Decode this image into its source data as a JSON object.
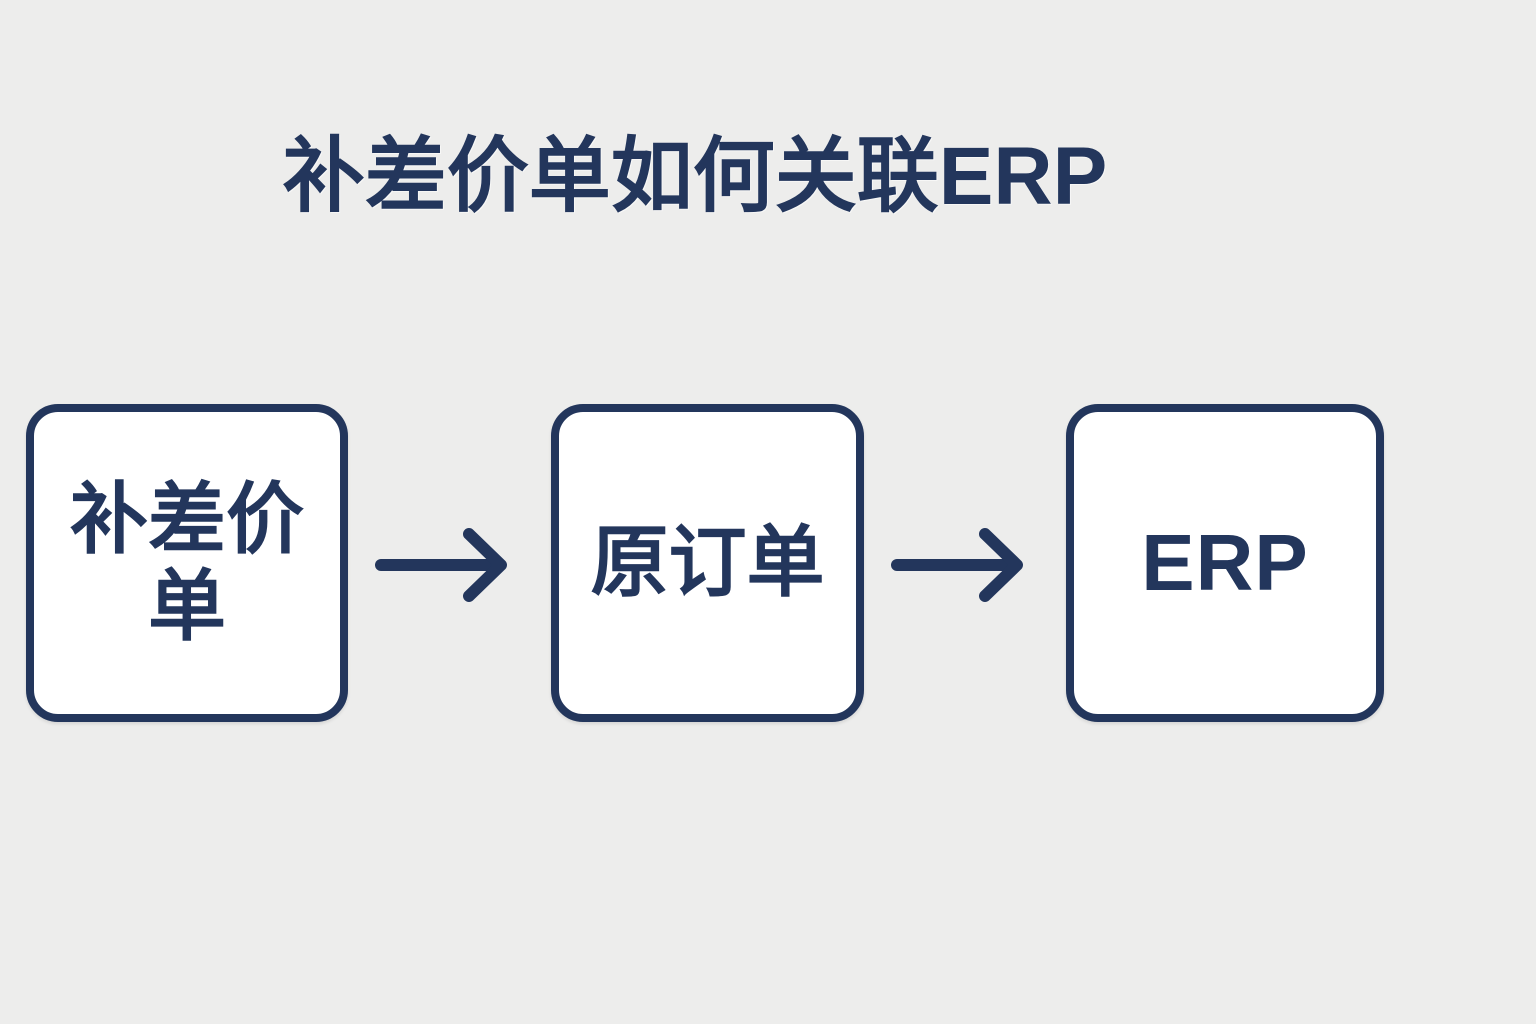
{
  "page": {
    "title": "补差价单如何关联ERP",
    "background_color": "#ededec",
    "accent_color": "#23365c"
  },
  "diagram": {
    "type": "flow",
    "orientation": "horizontal",
    "nodes": [
      {
        "id": "node-1",
        "label": "补差价单",
        "shape": "rounded-rect",
        "fill": "#ffffff",
        "border_color": "#23365c"
      },
      {
        "id": "node-2",
        "label": "原订单",
        "shape": "rounded-rect",
        "fill": "#ffffff",
        "border_color": "#23365c"
      },
      {
        "id": "node-3",
        "label": "ERP",
        "shape": "rounded-rect",
        "fill": "#ffffff",
        "border_color": "#23365c"
      }
    ],
    "connectors": [
      {
        "id": "arrow-1",
        "from": "node-1",
        "to": "node-2",
        "style": "solid-arrow-right",
        "color": "#23365c"
      },
      {
        "id": "arrow-2",
        "from": "node-2",
        "to": "node-3",
        "style": "solid-arrow-right",
        "color": "#23365c"
      }
    ]
  }
}
